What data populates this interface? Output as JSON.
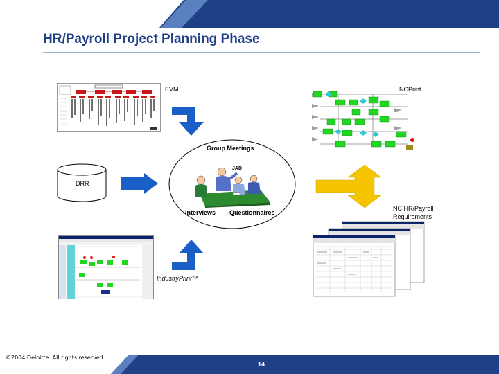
{
  "slide": {
    "title": "HR/Payroll Project Planning Phase",
    "page_number": "14",
    "copyright": "©2004 Deloitte. All rights reserved."
  },
  "labels": {
    "evm": "EVM",
    "ncprint": "NCPrint",
    "drr": "DRR",
    "group_meetings": "Group Meetings",
    "jad": "JAD",
    "interviews": "Interviews",
    "questionnaires": "Questionnaires",
    "nc_requirements": "NC HR/Payroll Requirements",
    "industry_print": "IndustryPrint™"
  },
  "colors": {
    "navy": "#1f3f86",
    "arrow_blue": "#1a5ec8",
    "arrow_yellow": "#f5c400",
    "flow_green": "#22d622",
    "flow_cyan": "#33c8d0",
    "flow_gray": "#a0a0a0",
    "org_red": "#c81818"
  },
  "icons": {
    "evm_chart": "org-chart-thumbnail",
    "ncprint_flow": "process-flow-thumbnail",
    "drr_store": "database-cylinder-icon",
    "meeting": "meeting-clipart",
    "requirements": "spreadsheet-stack-thumbnail",
    "industry_print": "process-tool-screenshot"
  }
}
